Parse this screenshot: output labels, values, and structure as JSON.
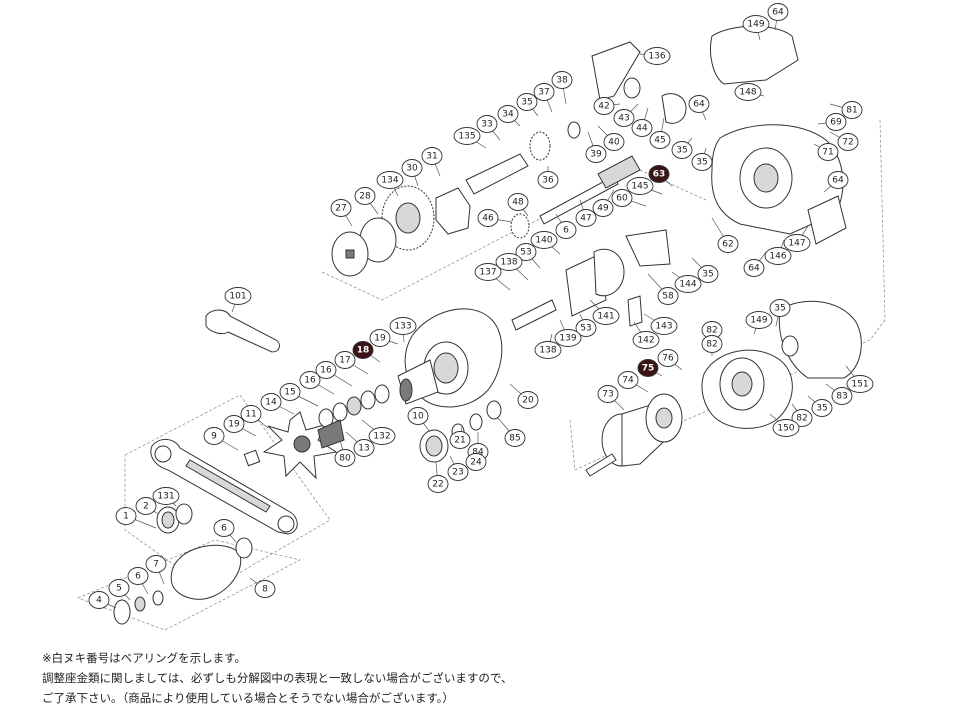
{
  "callouts": [
    {
      "label": "64",
      "style": "plain"
    },
    {
      "label": "149",
      "style": "plain"
    },
    {
      "label": "136",
      "style": "plain"
    },
    {
      "label": "148",
      "style": "plain"
    },
    {
      "label": "38",
      "style": "plain"
    },
    {
      "label": "37",
      "style": "plain"
    },
    {
      "label": "35",
      "style": "plain"
    },
    {
      "label": "34",
      "style": "plain"
    },
    {
      "label": "33",
      "style": "plain"
    },
    {
      "label": "42",
      "style": "plain"
    },
    {
      "label": "43",
      "style": "plain"
    },
    {
      "label": "44",
      "style": "plain"
    },
    {
      "label": "45",
      "style": "plain"
    },
    {
      "label": "64",
      "style": "plain"
    },
    {
      "label": "81",
      "style": "plain"
    },
    {
      "label": "69",
      "style": "plain"
    },
    {
      "label": "72",
      "style": "plain"
    },
    {
      "label": "71",
      "style": "plain"
    },
    {
      "label": "135",
      "style": "plain"
    },
    {
      "label": "39",
      "style": "plain"
    },
    {
      "label": "40",
      "style": "plain"
    },
    {
      "label": "35",
      "style": "plain"
    },
    {
      "label": "35",
      "style": "plain"
    },
    {
      "label": "31",
      "style": "plain"
    },
    {
      "label": "30",
      "style": "plain"
    },
    {
      "label": "134",
      "style": "plain"
    },
    {
      "label": "36",
      "style": "plain"
    },
    {
      "label": "63",
      "style": "inverted"
    },
    {
      "label": "145",
      "style": "plain"
    },
    {
      "label": "64",
      "style": "plain"
    },
    {
      "label": "28",
      "style": "plain"
    },
    {
      "label": "27",
      "style": "plain"
    },
    {
      "label": "48",
      "style": "plain"
    },
    {
      "label": "60",
      "style": "plain"
    },
    {
      "label": "49",
      "style": "plain"
    },
    {
      "label": "47",
      "style": "plain"
    },
    {
      "label": "46",
      "style": "plain"
    },
    {
      "label": "6",
      "style": "plain"
    },
    {
      "label": "140",
      "style": "plain"
    },
    {
      "label": "62",
      "style": "plain"
    },
    {
      "label": "147",
      "style": "plain"
    },
    {
      "label": "146",
      "style": "plain"
    },
    {
      "label": "64",
      "style": "plain"
    },
    {
      "label": "53",
      "style": "plain"
    },
    {
      "label": "138",
      "style": "plain"
    },
    {
      "label": "137",
      "style": "plain"
    },
    {
      "label": "35",
      "style": "plain"
    },
    {
      "label": "144",
      "style": "plain"
    },
    {
      "label": "58",
      "style": "plain"
    },
    {
      "label": "101",
      "style": "plain"
    },
    {
      "label": "141",
      "style": "plain"
    },
    {
      "label": "143",
      "style": "plain"
    },
    {
      "label": "133",
      "style": "plain"
    },
    {
      "label": "53",
      "style": "plain"
    },
    {
      "label": "139",
      "style": "plain"
    },
    {
      "label": "142",
      "style": "plain"
    },
    {
      "label": "19",
      "style": "plain"
    },
    {
      "label": "138",
      "style": "plain"
    },
    {
      "label": "35",
      "style": "plain"
    },
    {
      "label": "18",
      "style": "inverted"
    },
    {
      "label": "149",
      "style": "plain"
    },
    {
      "label": "82",
      "style": "plain"
    },
    {
      "label": "17",
      "style": "plain"
    },
    {
      "label": "16",
      "style": "plain"
    },
    {
      "label": "76",
      "style": "plain"
    },
    {
      "label": "16",
      "style": "plain"
    },
    {
      "label": "82",
      "style": "plain"
    },
    {
      "label": "75",
      "style": "inverted"
    },
    {
      "label": "74",
      "style": "plain"
    },
    {
      "label": "15",
      "style": "plain"
    },
    {
      "label": "73",
      "style": "plain"
    },
    {
      "label": "151",
      "style": "plain"
    },
    {
      "label": "83",
      "style": "plain"
    },
    {
      "label": "20",
      "style": "plain"
    },
    {
      "label": "35",
      "style": "plain"
    },
    {
      "label": "82",
      "style": "plain"
    },
    {
      "label": "150",
      "style": "plain"
    },
    {
      "label": "14",
      "style": "plain"
    },
    {
      "label": "11",
      "style": "plain"
    },
    {
      "label": "10",
      "style": "plain"
    },
    {
      "label": "19",
      "style": "plain"
    },
    {
      "label": "9",
      "style": "plain"
    },
    {
      "label": "132",
      "style": "plain"
    },
    {
      "label": "13",
      "style": "plain"
    },
    {
      "label": "21",
      "style": "plain"
    },
    {
      "label": "84",
      "style": "plain"
    },
    {
      "label": "85",
      "style": "plain"
    },
    {
      "label": "80",
      "style": "plain"
    },
    {
      "label": "23",
      "style": "plain"
    },
    {
      "label": "24",
      "style": "plain"
    },
    {
      "label": "22",
      "style": "plain"
    },
    {
      "label": "131",
      "style": "plain"
    },
    {
      "label": "2",
      "style": "plain"
    },
    {
      "label": "1",
      "style": "plain"
    },
    {
      "label": "6",
      "style": "plain"
    },
    {
      "label": "7",
      "style": "plain"
    },
    {
      "label": "6",
      "style": "plain"
    },
    {
      "label": "5",
      "style": "plain"
    },
    {
      "label": "4",
      "style": "plain"
    },
    {
      "label": "8",
      "style": "plain"
    }
  ],
  "notes": [
    "※白ヌキ番号はベアリングを示します。",
    "調整座金類に関しましては、必ずしも分解図中の表現と一致しない場合がございますので、",
    "ご了承下さい。（商品により使用している場合とそうでない場合がございます。）"
  ]
}
